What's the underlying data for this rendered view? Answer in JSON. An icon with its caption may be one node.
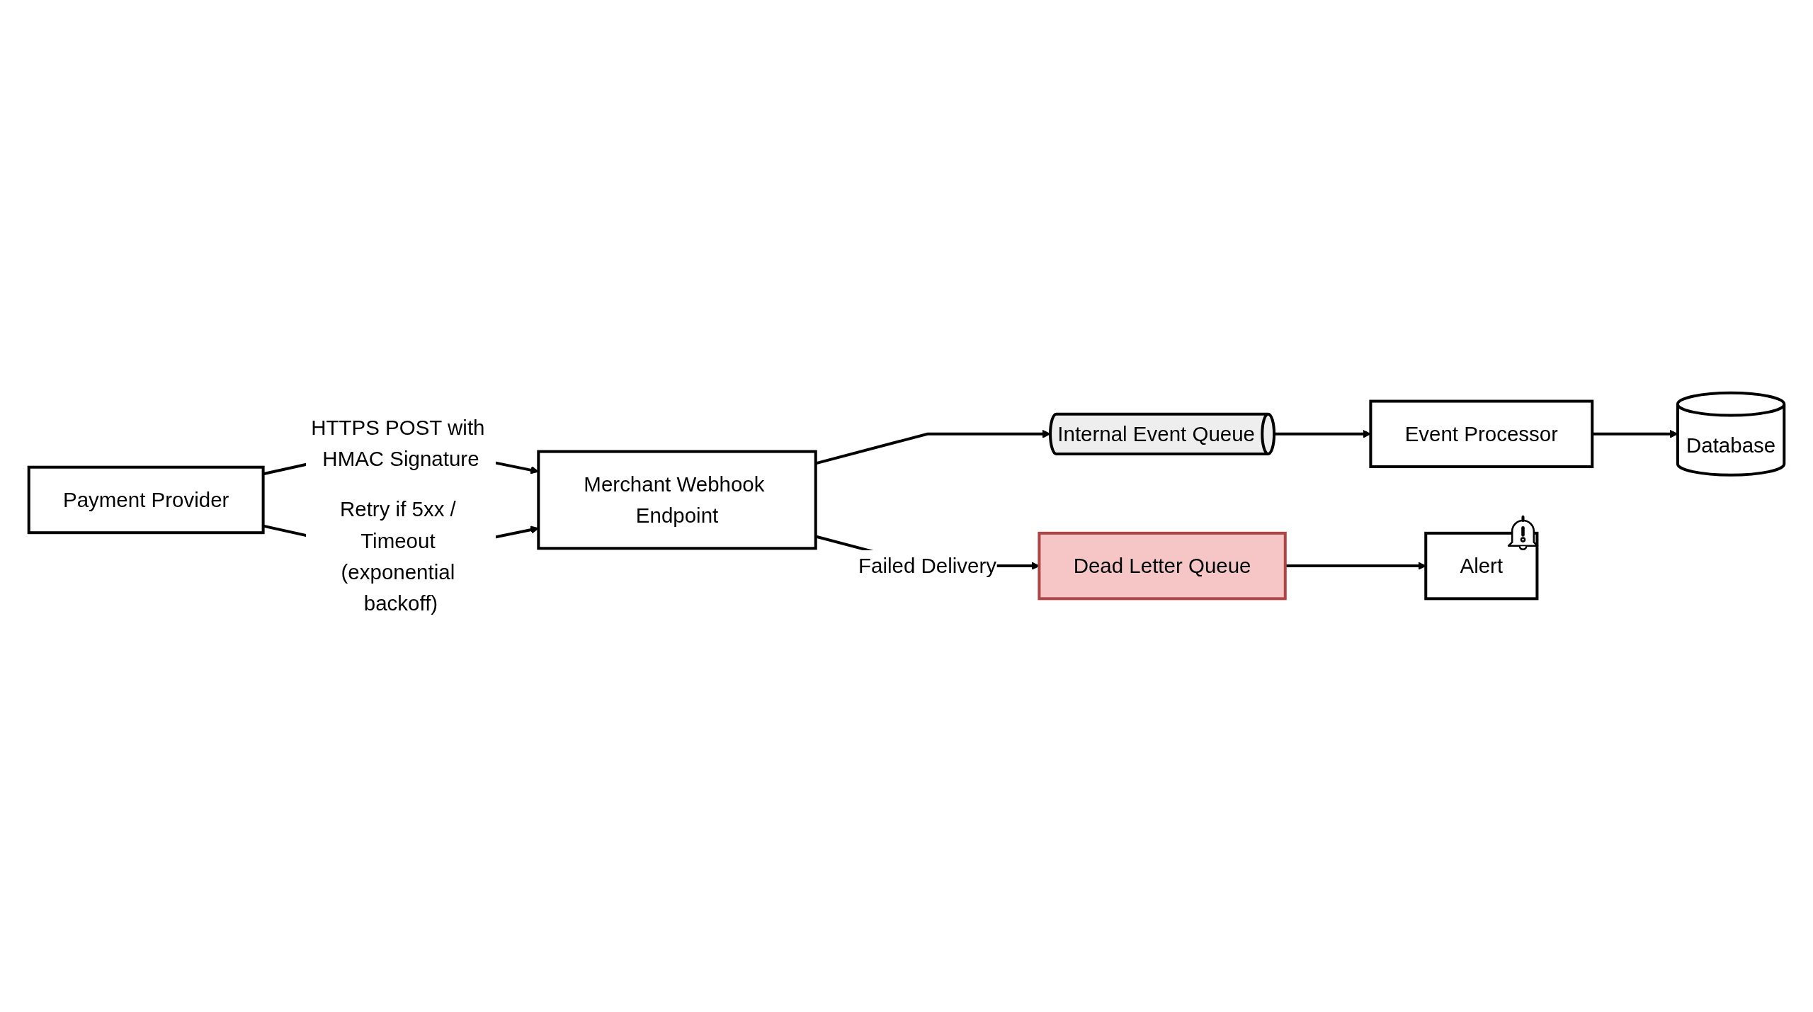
{
  "diagram": {
    "nodes": [
      {
        "text": [
          "Payment Provider"
        ]
      },
      {
        "text": [
          "Merchant Webhook Endpoint"
        ]
      },
      {
        "text": [
          "Internal Event Queue"
        ]
      },
      {
        "text": [
          "Event Processor"
        ]
      },
      {
        "text": [
          "Database"
        ]
      },
      {
        "text": [
          "Dead Letter Queue"
        ]
      },
      {
        "text": [
          "Alert"
        ]
      }
    ],
    "edges": [
      {
        "from": 0,
        "to": 1,
        "arrow": "to",
        "label": "HTTPS POST with HMAC Signature"
      },
      {
        "from": 0,
        "to": 1,
        "arrow": "to",
        "label": "Retry if 5xx / Timeout (exponential backoff)"
      },
      {
        "from": 1,
        "to": 2,
        "arrow": "to"
      },
      {
        "from": 2,
        "to": 3,
        "arrow": "to"
      },
      {
        "from": 3,
        "to": 4,
        "arrow": "to"
      },
      {
        "from": 1,
        "to": 5,
        "arrow": "to",
        "label": "Failed Delivery"
      },
      {
        "from": 5,
        "to": 6,
        "arrow": "to"
      }
    ]
  }
}
